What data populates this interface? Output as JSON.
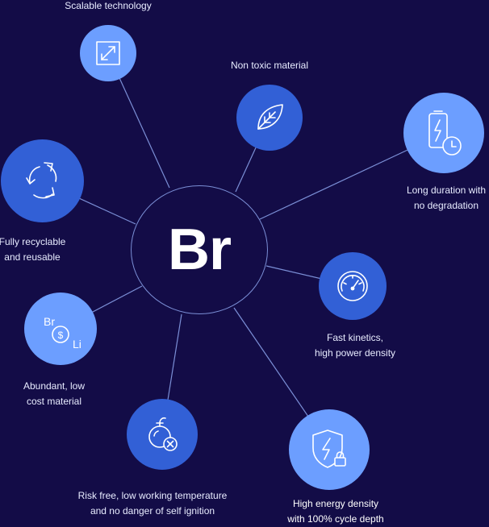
{
  "center": {
    "label": "Br"
  },
  "features": [
    {
      "id": "scalable",
      "lines": [
        "Scalable technology"
      ],
      "icon": "resize-arrows-icon"
    },
    {
      "id": "non-toxic",
      "lines": [
        "Non toxic material"
      ],
      "icon": "leaf-icon"
    },
    {
      "id": "long-duration",
      "lines": [
        "Long duration with",
        "no degradation"
      ],
      "icon": "battery-clock-icon"
    },
    {
      "id": "recyclable",
      "lines": [
        "Fully recyclable",
        "and reusable"
      ],
      "icon": "recycle-icon"
    },
    {
      "id": "fast-kinetics",
      "lines": [
        "Fast kinetics,",
        "high power density"
      ],
      "icon": "speedometer-icon"
    },
    {
      "id": "abundant",
      "lines": [
        "Abundant, low",
        "cost material"
      ],
      "icon": "br-li-cost-icon",
      "icon_text": {
        "br": "Br",
        "dollar": "$",
        "li": "Li"
      }
    },
    {
      "id": "risk-free",
      "lines": [
        "Risk free, low working temperature",
        "and no danger of self ignition"
      ],
      "icon": "bomb-cancel-icon"
    },
    {
      "id": "high-energy",
      "lines": [
        "High energy density",
        "with 100% cycle depth"
      ],
      "icon": "shield-bolt-lock-icon"
    }
  ],
  "colors": {
    "background": "#130c47",
    "node_light": "#6c9eff",
    "node_dark": "#3260d6",
    "connector": "#7b8fd6",
    "text": "#e8ecff"
  }
}
